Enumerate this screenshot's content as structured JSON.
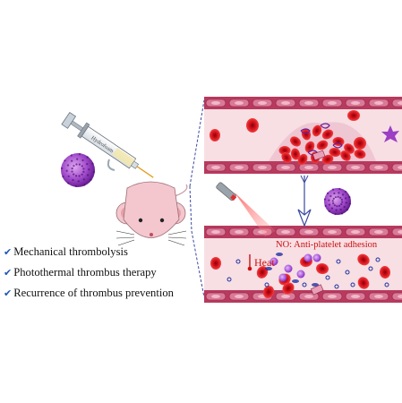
{
  "labels": {
    "syringe": "Hydrofoam",
    "heat": "Heat",
    "no_effect": "NO: Anti-platelet adhesion"
  },
  "bullets": [
    {
      "icon": "check-icon",
      "text": "Mechanical thrombolysis"
    },
    {
      "icon": "check-icon",
      "text": "Photothermal thrombus therapy"
    },
    {
      "icon": "check-icon",
      "text": "Recurrence of thrombus prevention"
    }
  ],
  "colors": {
    "vessel_wall": "#b83a5e",
    "vessel_cell": "#d87a98",
    "plasma": "#f7dfe4",
    "red_blood_cell": "#d8141e",
    "nanoparticle": "#9b3fc4",
    "mouse": "#f3c7cd",
    "laser_beam": "#e05050",
    "label_red": "#cc1010",
    "check_blue": "#1a55b8"
  }
}
